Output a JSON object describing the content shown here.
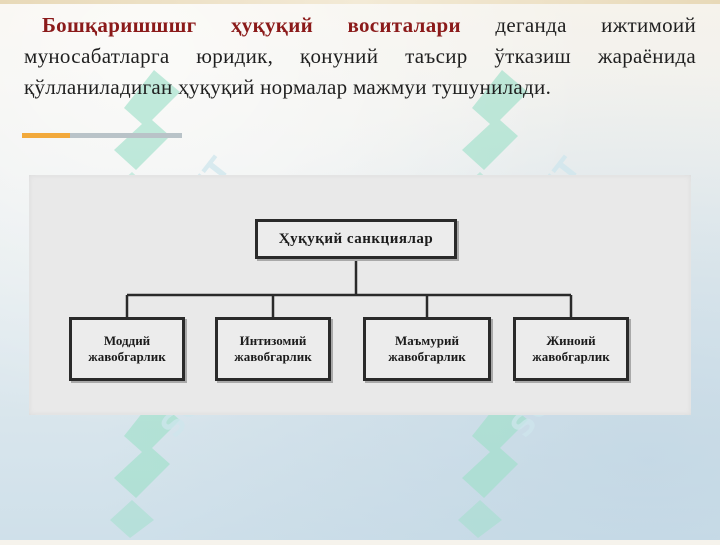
{
  "intro": {
    "term": "Бошқаришшшг ҳуқуқий воситалари",
    "text": " деганда ижтимоий муносабатларга юридик, қонуний таъсир ўтказиш жараёнида қўлланиладиган ҳуқуқий нормалар мажмуи тушунилади."
  },
  "diagram": {
    "root": "Ҳуқуқий санкциялар",
    "children": [
      "Моддий\nжавобгарлик",
      "Интизомий\nжавобгарлик",
      "Маъмурий\nжавобгарлик",
      "Жиноий\nжавобгарлик"
    ]
  },
  "watermark": {
    "logo": "SOFT",
    "icon": "s-logo-icon"
  },
  "colors": {
    "term": "#8b1a1a",
    "accent_orange": "#f2a93b",
    "accent_gray": "#b9c3c8",
    "watermark": "#9fe0c9"
  }
}
